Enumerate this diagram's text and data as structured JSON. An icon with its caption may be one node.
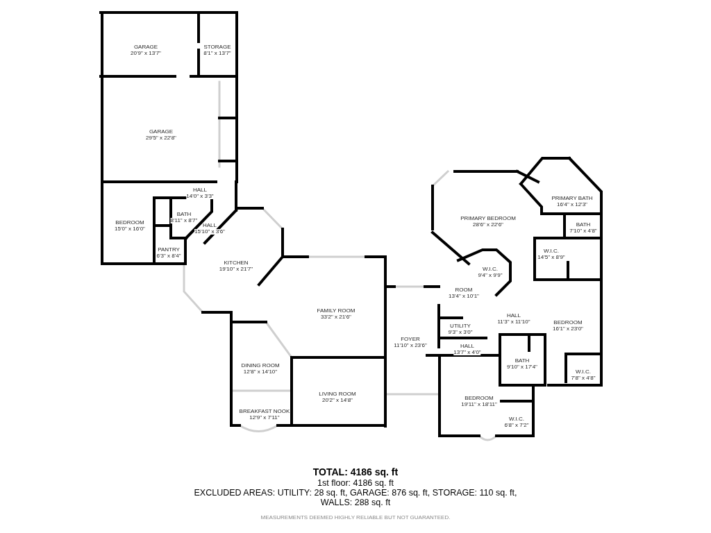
{
  "diagram": {
    "labels": [
      "GARAGE",
      "20'9\" x 13'7\"",
      "STORAGE",
      "8'1\" x 13'7\"",
      "GARAGE",
      "29'5\" x 22'8\"",
      "HALL",
      "14'0\" x 3'3\"",
      "BATH",
      "8'11\" x 8'7\"",
      "HALL",
      "15'10\" x 3'6\"",
      "BEDROOM",
      "15'0\" x 16'0\"",
      "PANTRY",
      "6'3\" x 8'4\"",
      "KITCHEN",
      "19'10\" x 21'7\"",
      "FAMILY ROOM",
      "33'2\" x 21'6\"",
      "DINING ROOM",
      "12'8\" x 14'10\"",
      "LIVING ROOM",
      "20'2\" x 14'8\"",
      "BREAKFAST NOOK",
      "12'9\" x 7'11\"",
      "PRIMARY BEDROOM",
      "28'6\" x 22'6\"",
      "PRIMARY BATH",
      "16'4\" x 12'3\"",
      "BATH",
      "7'10\" x 4'8\"",
      "W.I.C.",
      "14'5\" x 8'9\"",
      "W.I.C.",
      "9'4\" x 9'9\"",
      "ROOM",
      "13'4\" x 10'1\"",
      "UTILITY",
      "9'3\" x 3'0\"",
      "HALL",
      "11'3\" x 11'10\"",
      "BEDROOM",
      "16'1\" x 23'0\"",
      "FOYER",
      "11'10\" x 23'6\"",
      "HALL",
      "13'7\" x 4'0\"",
      "BATH",
      "9'10\" x 17'4\"",
      "W.I.C.",
      "7'8\" x 4'8\"",
      "BEDROOM",
      "19'11\" x 18'11\"",
      "W.I.C.",
      "6'8\" x 7'2\"",
      "TOTAL: 4186 sq. ft",
      "1st floor: 4186 sq. ft",
      "EXCLUDED AREAS: UTILITY: 28 sq. ft, GARAGE: 876 sq. ft, STORAGE: 110 sq. ft,",
      "WALLS: 288 sq. ft",
      "MEASUREMENTS DEEMED HIGHLY RELIABLE BUT NOT GUARANTEED."
    ]
  }
}
